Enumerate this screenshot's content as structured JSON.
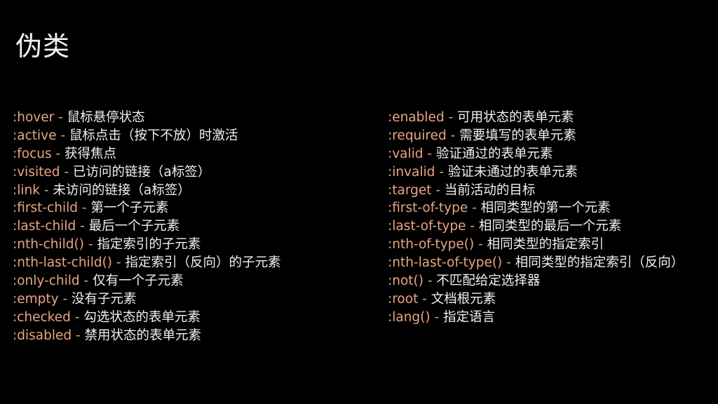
{
  "title": "伪类",
  "colors": {
    "background": "#000000",
    "selector": "#e8a583",
    "text": "#f0f0f0"
  },
  "left": [
    {
      "selector": ":hover",
      "desc": "鼠标悬停状态"
    },
    {
      "selector": ":active",
      "desc": "鼠标点击（按下不放）时激活"
    },
    {
      "selector": ":focus",
      "desc": "获得焦点"
    },
    {
      "selector": ":visited",
      "desc": "已访问的链接（a标签）"
    },
    {
      "selector": ":link",
      "desc": "未访问的链接（a标签）"
    },
    {
      "selector": ":first-child",
      "desc": "第一个子元素"
    },
    {
      "selector": ":last-child",
      "desc": "最后一个子元素"
    },
    {
      "selector": ":nth-child()",
      "desc": "指定索引的子元素"
    },
    {
      "selector": ":nth-last-child()",
      "desc": "指定索引（反向）的子元素"
    },
    {
      "selector": ":only-child",
      "desc": "仅有一个子元素"
    },
    {
      "selector": ":empty",
      "desc": "没有子元素"
    },
    {
      "selector": ":checked",
      "desc": "勾选状态的表单元素"
    },
    {
      "selector": ":disabled",
      "desc": "禁用状态的表单元素"
    }
  ],
  "right": [
    {
      "selector": ":enabled",
      "desc": "可用状态的表单元素"
    },
    {
      "selector": ":required",
      "desc": "需要填写的表单元素"
    },
    {
      "selector": ":valid",
      "desc": "验证通过的表单元素"
    },
    {
      "selector": ":invalid",
      "desc": "验证未通过的表单元素"
    },
    {
      "selector": ":target",
      "desc": "当前活动的目标"
    },
    {
      "selector": ":first-of-type",
      "desc": "相同类型的第一个元素"
    },
    {
      "selector": ":last-of-type",
      "desc": "相同类型的最后一个元素"
    },
    {
      "selector": ":nth-of-type()",
      "desc": "相同类型的指定索引"
    },
    {
      "selector": ":nth-last-of-type()",
      "desc": "相同类型的指定索引（反向）"
    },
    {
      "selector": ":not()",
      "desc": "不匹配给定选择器"
    },
    {
      "selector": ":root",
      "desc": "文档根元素"
    },
    {
      "selector": ":lang()",
      "desc": "指定语言"
    }
  ],
  "separator": " - "
}
